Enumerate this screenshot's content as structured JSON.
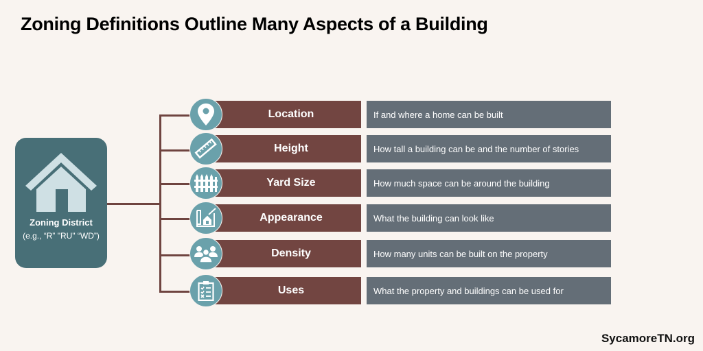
{
  "title": "Zoning Definitions Outline Many Aspects of a Building",
  "district": {
    "name": "Zoning District",
    "examples": "(e.g., “R” \"RU\" “WD”)",
    "icon": "house-icon"
  },
  "aspects": [
    {
      "label": "Location",
      "description": "If and where a home can be built",
      "icon": "map-pin-icon"
    },
    {
      "label": "Height",
      "description": "How tall a building can be and the number of stories",
      "icon": "ruler-icon"
    },
    {
      "label": "Yard Size",
      "description": "How much space can be around the building",
      "icon": "fence-icon"
    },
    {
      "label": "Appearance",
      "description": "What the building can look like",
      "icon": "blueprint-house-icon"
    },
    {
      "label": "Density",
      "description": "How many units can be built on the property",
      "icon": "people-group-icon"
    },
    {
      "label": "Uses",
      "description": "What the property and buildings can be used for",
      "icon": "clipboard-checklist-icon"
    }
  ],
  "colors": {
    "background": "#f9f4f0",
    "district_box": "#486f77",
    "aspect_bar": "#724541",
    "description_bar": "#646e77",
    "icon_circle": "#6aa1ab",
    "connector": "#6f4440"
  },
  "footer": "SycamoreTN.org"
}
